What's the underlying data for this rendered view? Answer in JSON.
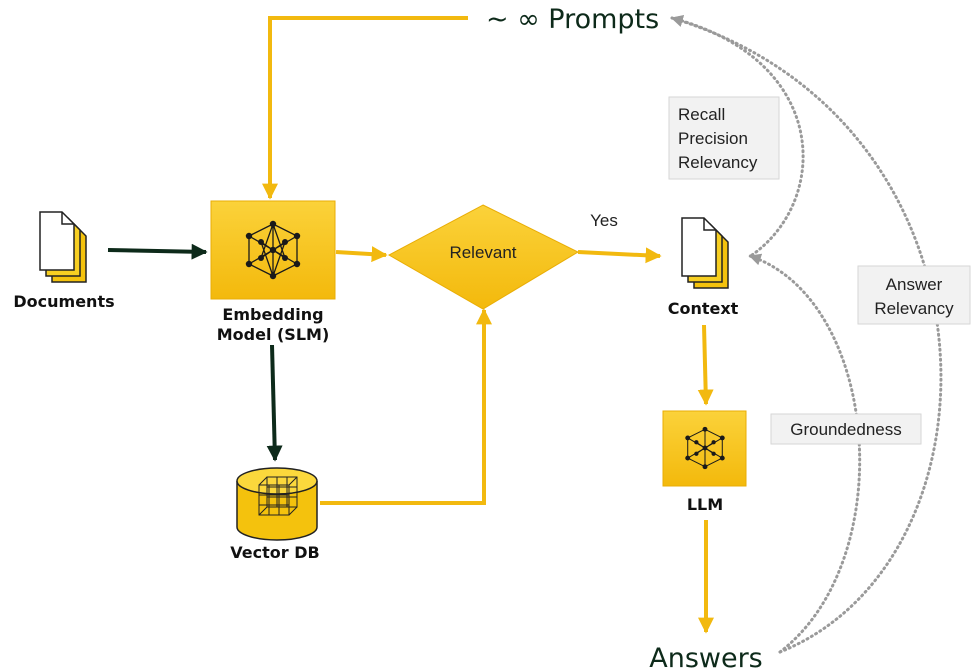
{
  "nodes": {
    "prompts": "~ ∞ Prompts",
    "documents": "Documents",
    "embedding_line1": "Embedding",
    "embedding_line2": "Model (SLM)",
    "relevant": "Relevant",
    "yes": "Yes",
    "context": "Context",
    "llm": "LLM",
    "vector_db": "Vector DB",
    "answers": "Answers"
  },
  "metrics": {
    "retrieval": [
      "Recall",
      "Precision",
      "Relevancy"
    ],
    "answer_relevancy": [
      "Answer",
      "Relevancy"
    ],
    "groundedness": "Groundedness"
  },
  "icons": {
    "documents": "document-stack-icon",
    "embedding": "neural-network-icon",
    "vector_db": "database-cube-icon",
    "context": "document-stack-icon",
    "llm": "neural-network-icon"
  },
  "colors": {
    "flow": "#f2b90f",
    "box_fill": "#f7c518",
    "dark_arrow": "#0d2a1a",
    "metric_arrow": "#9a9a9a"
  }
}
